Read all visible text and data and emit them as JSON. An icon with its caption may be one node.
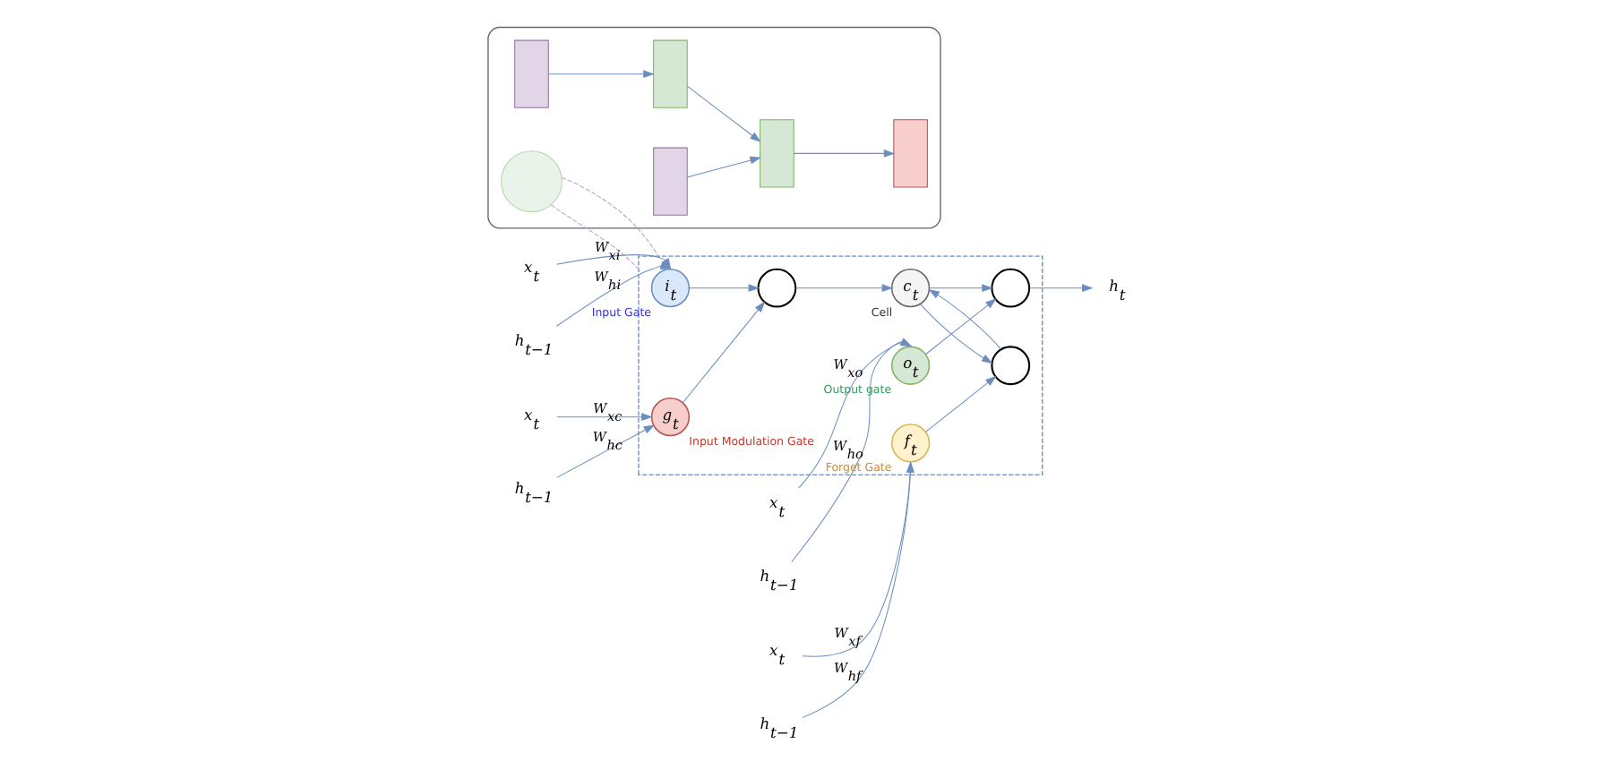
{
  "diagram": {
    "nodes": [
      {
        "text": [],
        "shape": "box"
      },
      {
        "text": [],
        "shape": "box",
        "in": 0
      },
      {
        "text": [],
        "shape": "box",
        "in": 0
      },
      {
        "text": [],
        "shape": "box",
        "in": 0
      },
      {
        "text": [],
        "shape": "circle",
        "in": 0
      },
      {
        "text": [],
        "shape": "box",
        "in": 0
      },
      {
        "text": [],
        "shape": "box",
        "in": 0
      },
      {
        "text": [],
        "shape": "box"
      },
      {
        "text": [
          "x$_{t}$"
        ]
      },
      {
        "text": [
          "h$_{t−1}$"
        ]
      },
      {
        "text": [
          "x$_{t}$"
        ]
      },
      {
        "text": [
          "h$_{t−1}$"
        ]
      },
      {
        "text": [
          "i$_{t}$"
        ],
        "in": 7,
        "beside": [
          "Input Gate"
        ]
      },
      {
        "text": [
          "o$_{t}$"
        ],
        "in": 7,
        "beside": [
          "Output gate"
        ]
      },
      {
        "text": [
          "x$_{t}$"
        ]
      },
      {
        "text": [
          "h$_{t−1}$"
        ]
      },
      {
        "text": [
          "g$_{t}$"
        ],
        "in": 7,
        "beside": [
          "Input Modulation Gate"
        ]
      },
      {
        "text": [],
        "shape": "circle",
        "in": 7
      },
      {
        "text": [
          "c$_{t}$"
        ],
        "in": 7,
        "beside": [
          "Cell"
        ]
      },
      {
        "text": [],
        "shape": "circle",
        "in": 7
      },
      {
        "text": [
          "h$_{t}$"
        ]
      },
      {
        "text": [],
        "shape": "circle",
        "in": 7
      },
      {
        "text": [
          "f$_{t}$"
        ],
        "in": 7,
        "beside": [
          "Forget Gate"
        ]
      },
      {
        "text": [
          "x$_{t}$"
        ]
      },
      {
        "text": [
          "h$_{t−1}$"
        ]
      }
    ],
    "edges": [
      {
        "from": 5,
        "to": 2,
        "arrow": "to"
      },
      {
        "from": 6,
        "to": 3,
        "arrow": "to"
      },
      {
        "from": 2,
        "to": 3,
        "arrow": "to"
      },
      {
        "from": 3,
        "to": 1,
        "arrow": "to"
      },
      {
        "from": 4,
        "to": 7,
        "arrow": "none",
        "style": "dashed",
        "color": "#c39bd3"
      },
      {
        "from": 4,
        "to": 7,
        "arrow": "none",
        "style": "dashed",
        "color": "#c39bd3"
      },
      {
        "from": 8,
        "to": 12,
        "arrow": "to",
        "label": "W$_{xi}$"
      },
      {
        "from": 9,
        "to": 12,
        "arrow": "to",
        "label": "W$_{hi}$"
      },
      {
        "from": 10,
        "to": 13,
        "arrow": "to",
        "label": "W$_{xo}$"
      },
      {
        "from": 11,
        "to": 13,
        "arrow": "to",
        "label": "W$_{ho}$"
      },
      {
        "from": 14,
        "to": 16,
        "arrow": "to",
        "label": "W$_{xc}$"
      },
      {
        "from": 15,
        "to": 16,
        "arrow": "to",
        "label": "W$_{hc}$"
      },
      {
        "from": 12,
        "to": 17,
        "arrow": "to"
      },
      {
        "from": 16,
        "to": 17,
        "arrow": "to"
      },
      {
        "from": 17,
        "to": 18,
        "arrow": "to"
      },
      {
        "from": 13,
        "to": 19,
        "arrow": "to"
      },
      {
        "from": 18,
        "to": 19,
        "arrow": "to"
      },
      {
        "from": 19,
        "to": 20,
        "arrow": "to"
      },
      {
        "from": 18,
        "to": 21,
        "arrow": "to"
      },
      {
        "from": 21,
        "to": 18,
        "arrow": "to"
      },
      {
        "from": 22,
        "to": 21,
        "arrow": "to"
      },
      {
        "from": 23,
        "to": 22,
        "arrow": "to",
        "label": "W$_{xf}$"
      },
      {
        "from": 24,
        "to": 22,
        "arrow": "to",
        "label": "W$_{hf}$"
      }
    ]
  }
}
